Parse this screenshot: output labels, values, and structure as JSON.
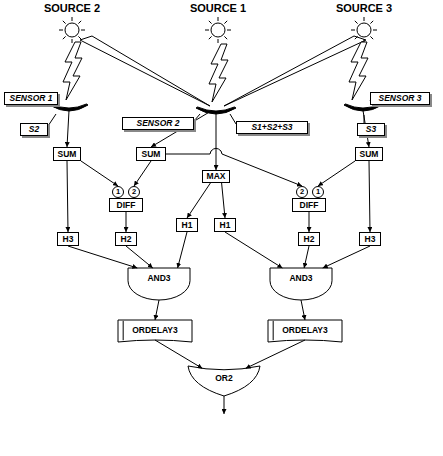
{
  "diagram": {
    "nodes": [
      {
        "text": [
          "SENSOR 1",
          "S2"
        ]
      },
      {
        "text": [
          "SENSOR 2",
          "S1+S2+S3"
        ]
      },
      {
        "text": [
          "SENSOR 3",
          "S3"
        ]
      },
      {
        "text": [
          "SUM"
        ]
      },
      {
        "text": [
          "SUM"
        ]
      },
      {
        "text": [
          "SUM"
        ]
      },
      {
        "text": [
          "1"
        ]
      },
      {
        "text": [
          "2"
        ]
      },
      {
        "text": [
          "MAX"
        ]
      },
      {
        "text": [
          "2"
        ]
      },
      {
        "text": [
          "1"
        ]
      },
      {
        "text": [
          "DIFF"
        ]
      },
      {
        "text": [
          "DIFF"
        ]
      },
      {
        "text": [
          "H1"
        ]
      },
      {
        "text": [
          "H1"
        ]
      },
      {
        "text": [
          "H3"
        ]
      },
      {
        "text": [
          "H2"
        ]
      },
      {
        "text": [
          "H2"
        ]
      },
      {
        "text": [
          "H3"
        ]
      },
      {
        "text": [
          "AND3"
        ]
      },
      {
        "text": [
          "AND3"
        ]
      },
      {
        "text": [
          "ORDELAY3"
        ]
      },
      {
        "text": [
          "ORDELAY3"
        ]
      },
      {
        "text": [
          "OR2"
        ]
      }
    ],
    "edges": [
      {
        "from": 0,
        "to": 3,
        "arrow": "to"
      },
      {
        "from": 1,
        "to": 4,
        "arrow": "to"
      },
      {
        "from": 1,
        "to": 8,
        "arrow": "to"
      },
      {
        "from": 2,
        "to": 5,
        "arrow": "to"
      },
      {
        "from": 3,
        "to": 6,
        "arrow": "to"
      },
      {
        "from": 4,
        "to": 7,
        "arrow": "to"
      },
      {
        "from": 4,
        "to": 9,
        "arrow": "to"
      },
      {
        "from": 5,
        "to": 10,
        "arrow": "to"
      },
      {
        "from": 3,
        "to": 15,
        "arrow": "to"
      },
      {
        "from": 5,
        "to": 18,
        "arrow": "to"
      },
      {
        "from": 8,
        "to": 13,
        "arrow": "to"
      },
      {
        "from": 8,
        "to": 14,
        "arrow": "to"
      },
      {
        "from": 11,
        "to": 16,
        "arrow": "to"
      },
      {
        "from": 12,
        "to": 17,
        "arrow": "to"
      },
      {
        "from": 15,
        "to": 19,
        "arrow": "to"
      },
      {
        "from": 16,
        "to": 19,
        "arrow": "to"
      },
      {
        "from": 13,
        "to": 19,
        "arrow": "to"
      },
      {
        "from": 14,
        "to": 20,
        "arrow": "to"
      },
      {
        "from": 17,
        "to": 20,
        "arrow": "to"
      },
      {
        "from": 18,
        "to": 20,
        "arrow": "to"
      },
      {
        "from": 19,
        "to": 21,
        "arrow": "to"
      },
      {
        "from": 20,
        "to": 22,
        "arrow": "to"
      },
      {
        "from": 21,
        "to": 23,
        "arrow": "to"
      },
      {
        "from": 22,
        "to": 23,
        "arrow": "to"
      }
    ],
    "labels": [
      "SOURCE 2",
      "SOURCE 1",
      "SOURCE 3"
    ]
  }
}
